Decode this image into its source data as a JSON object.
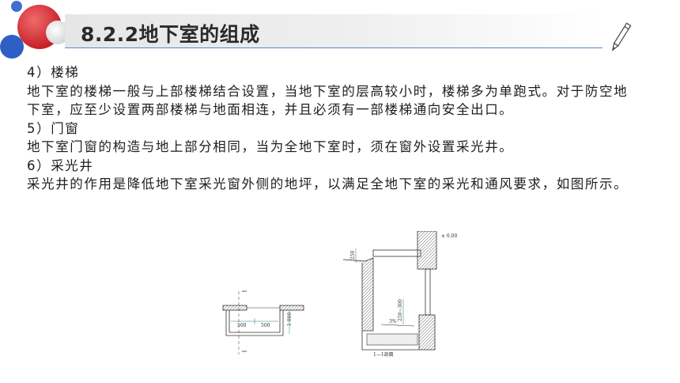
{
  "slide": {
    "title": "8.2.2地下室的组成",
    "icons": [
      "pen-icon"
    ],
    "sections": [
      {
        "heading": "4）楼梯",
        "body": "地下室的楼梯一般与上部楼梯结合设置，当地下室的层高较小时，楼梯多为单跑式。对于防空地下室，应至少设置两部楼梯与地面相连，并且必须有一部楼梯通向安全出口。"
      },
      {
        "heading": "5）门窗",
        "body": "地下室门窗的构造与地上部分相同，当为全地下室时，须在窗外设置采光井。"
      },
      {
        "heading": "6）采光井",
        "body": "采光井的作用是降低地下室采光窗外侧的地坪，以满足全地下室的采光和通风要求，如图所示。"
      }
    ]
  },
  "figure": {
    "plan_dims": {
      "left": "500",
      "right": "500",
      "depth": "1 000"
    },
    "section_dims": {
      "elevation": "± 0.00",
      "top": "250",
      "well": "250~300",
      "slope": "3%"
    },
    "section_label": "1—1剖面"
  }
}
